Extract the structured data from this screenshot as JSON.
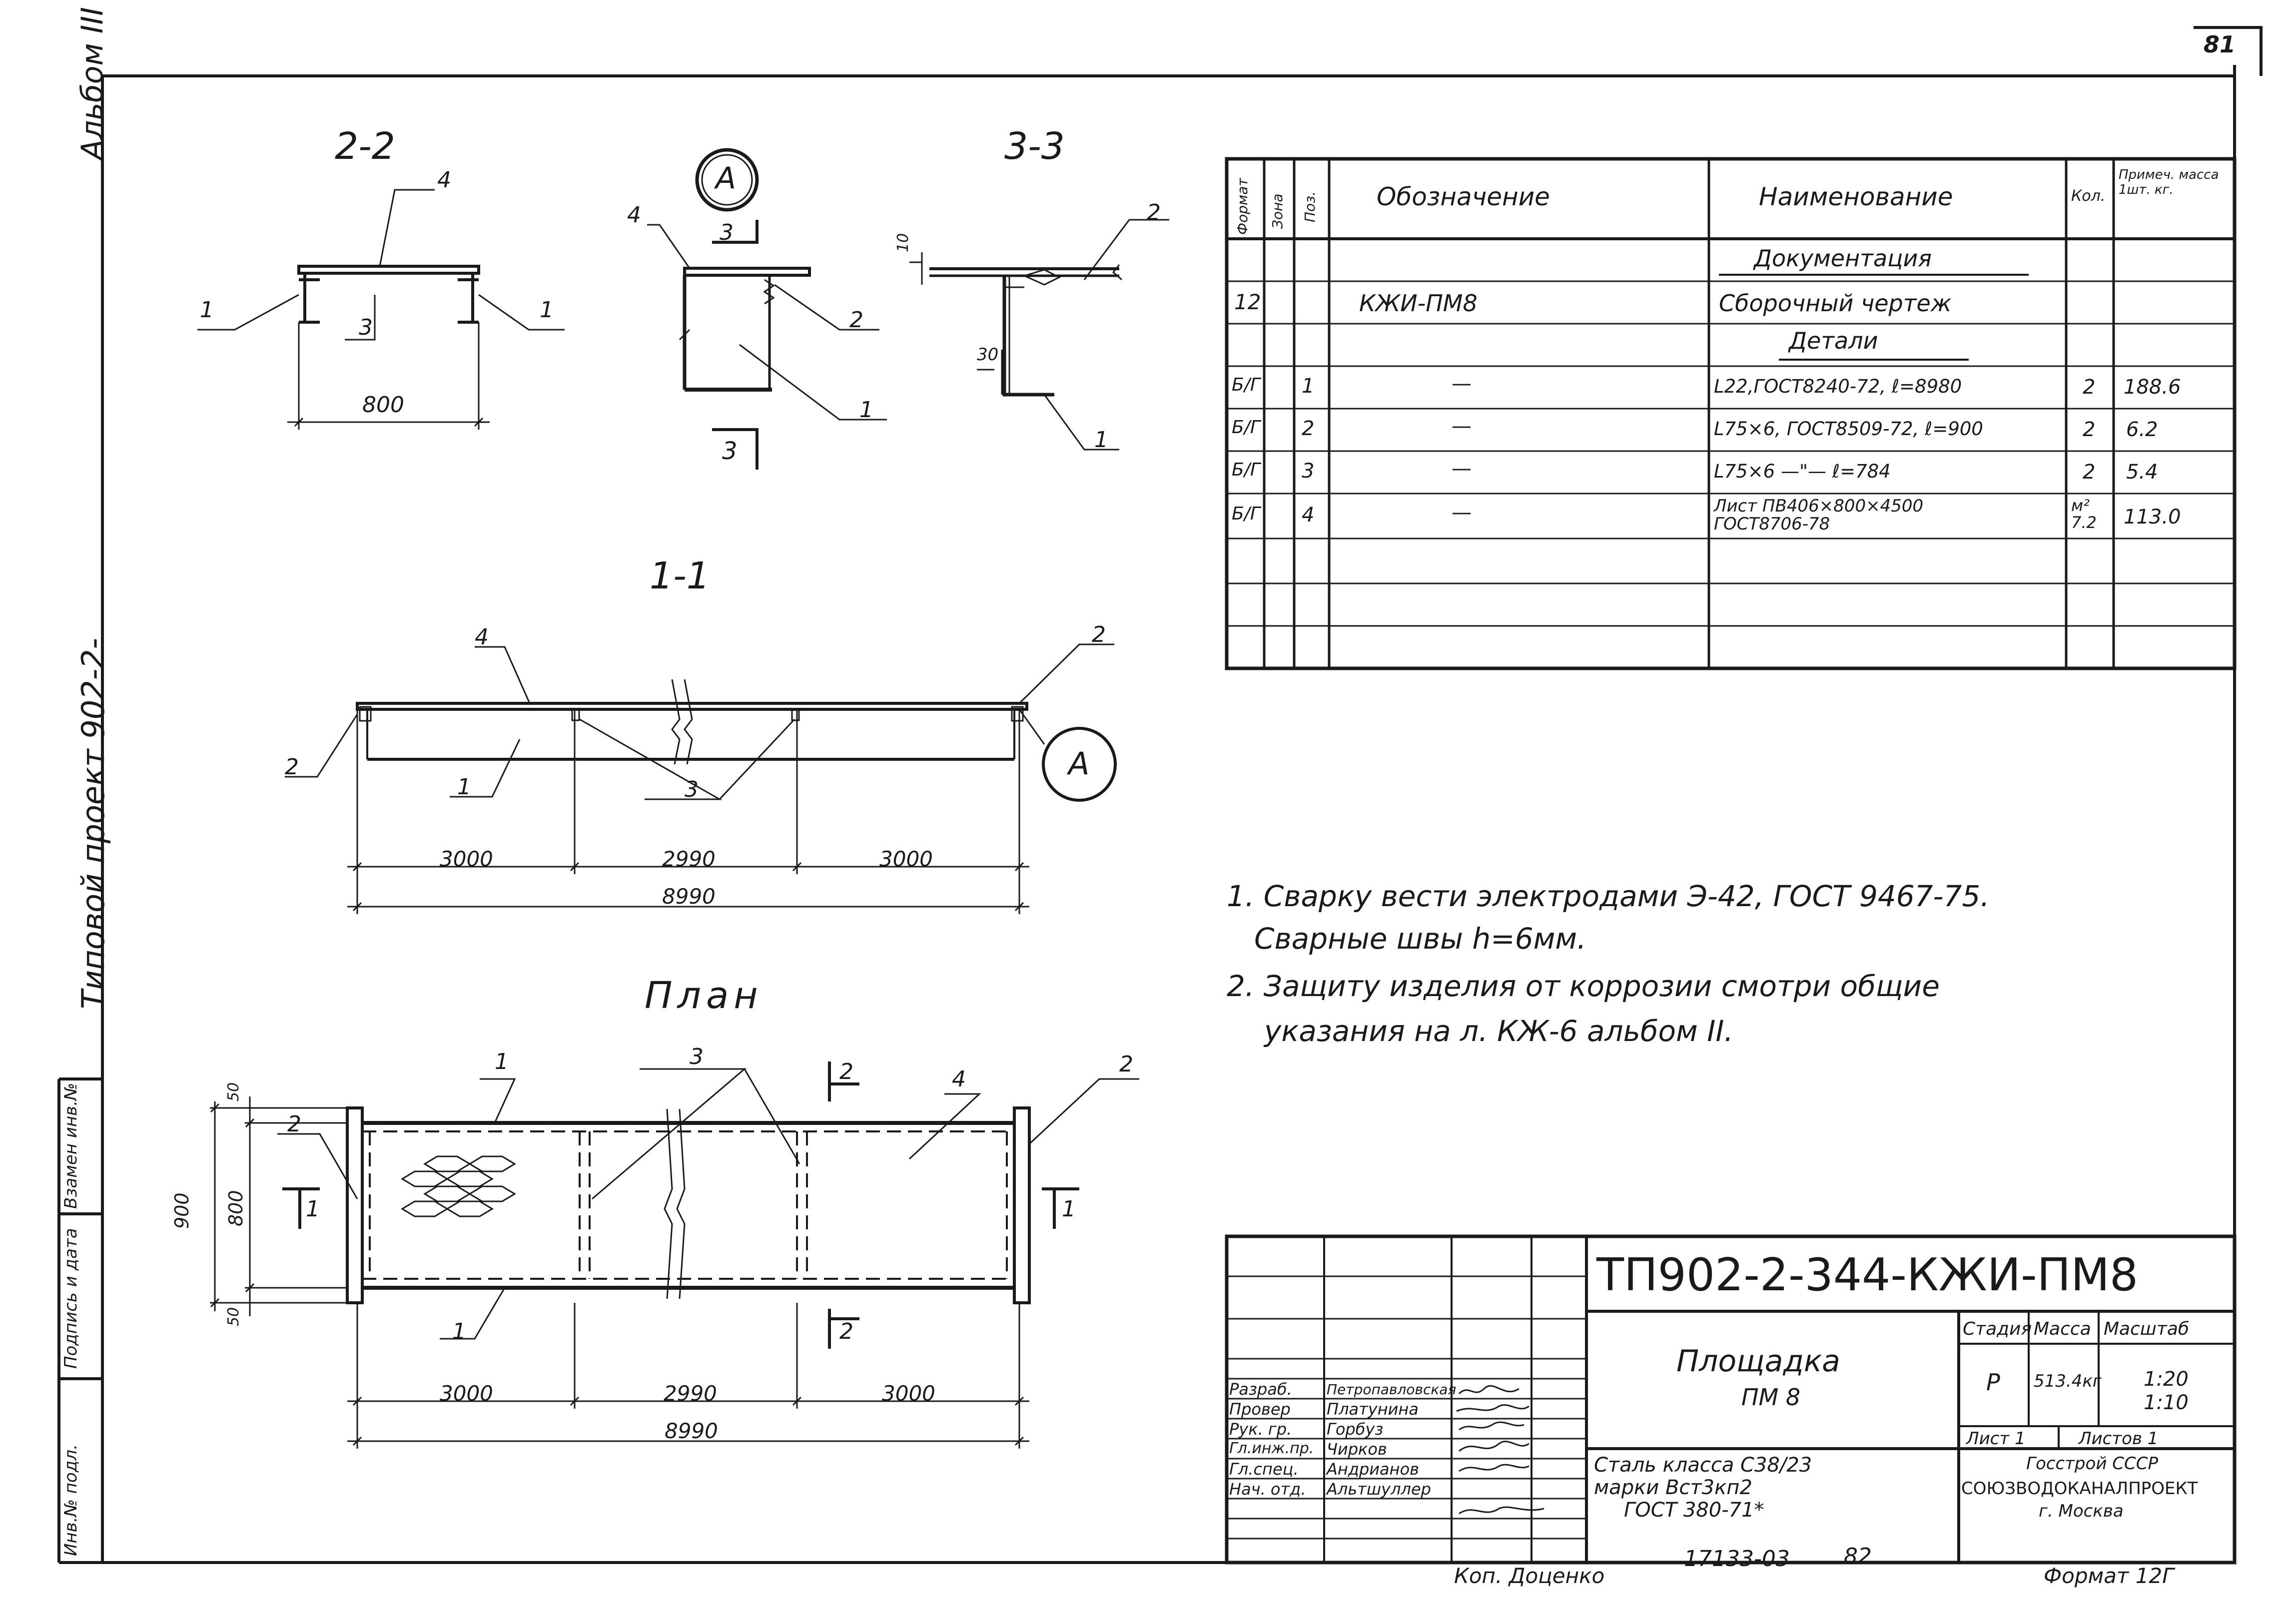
{
  "sheet": {
    "number": "81",
    "format": "Формат 12Г",
    "copied_by": "Коп. Доценко",
    "inv": "17133-03",
    "inv2": "82"
  },
  "side": {
    "album": "Альбом III",
    "project": "Типовой проект 902-2-",
    "stamp": [
      "Взамен инв.№",
      "Подпись и дата",
      "Инв.№ подл."
    ]
  },
  "views": {
    "section_22": {
      "title": "2-2",
      "dim": "800",
      "callouts": [
        "1",
        "3",
        "4",
        "1"
      ]
    },
    "node_A": {
      "title": "A",
      "cut": "3",
      "callouts": [
        "4",
        "2",
        "1"
      ]
    },
    "section_33": {
      "title": "3-3",
      "dims": [
        "10",
        "30"
      ],
      "callouts": [
        "2",
        "1"
      ]
    },
    "section_11": {
      "title": "1-1",
      "dims": [
        "3000",
        "2990",
        "3000",
        "8990"
      ],
      "callouts": [
        "4",
        "2",
        "2",
        "1",
        "3"
      ],
      "node_ref": "A"
    },
    "plan": {
      "title": "План",
      "dims_h": [
        "3000",
        "2990",
        "3000",
        "8990"
      ],
      "dims_v": [
        "50",
        "800",
        "50",
        "900"
      ],
      "cut_marks": [
        "2",
        "2",
        "1",
        "1"
      ],
      "callouts": [
        "1",
        "3",
        "4",
        "2",
        "2",
        "1"
      ]
    }
  },
  "spec": {
    "headers": [
      "Формат",
      "Зона",
      "Поз.",
      "Обозначение",
      "Наименование",
      "Кол.",
      "Примеч. масса 1шт. кг."
    ],
    "rows": [
      {
        "fmt": "",
        "zone": "",
        "pos": "",
        "code": "",
        "name": "Документация",
        "qty": "",
        "note": ""
      },
      {
        "fmt": "12",
        "zone": "",
        "pos": "",
        "code": "КЖИ-ПМ8",
        "name": "Сборочный чертеж",
        "qty": "",
        "note": ""
      },
      {
        "fmt": "",
        "zone": "",
        "pos": "",
        "code": "",
        "name": "Детали",
        "qty": "",
        "note": ""
      },
      {
        "fmt": "Б/Г",
        "zone": "",
        "pos": "1",
        "code": "—",
        "name": "L22,ГОСТ8240-72, ℓ=8980",
        "qty": "2",
        "note": "188.6"
      },
      {
        "fmt": "Б/Г",
        "zone": "",
        "pos": "2",
        "code": "—",
        "name": "L75×6, ГОСТ8509-72, ℓ=900",
        "qty": "2",
        "note": "6.2"
      },
      {
        "fmt": "Б/Г",
        "zone": "",
        "pos": "3",
        "code": "—",
        "name": "L75×6 —\"— ℓ=784",
        "qty": "2",
        "note": "5.4"
      },
      {
        "fmt": "Б/Г",
        "zone": "",
        "pos": "4",
        "code": "—",
        "name": "Лист ПВ406×800×4500 ГОСТ8706-78",
        "qty": "м² 7.2",
        "note": "113.0"
      },
      {
        "fmt": "",
        "zone": "",
        "pos": "",
        "code": "",
        "name": "",
        "qty": "",
        "note": ""
      },
      {
        "fmt": "",
        "zone": "",
        "pos": "",
        "code": "",
        "name": "",
        "qty": "",
        "note": ""
      },
      {
        "fmt": "",
        "zone": "",
        "pos": "",
        "code": "",
        "name": "",
        "qty": "",
        "note": ""
      }
    ]
  },
  "notes": [
    "1. Сварку вести электродами Э-42, ГОСТ 9467-75.",
    "Сварные швы h=6мм.",
    "2. Защиту изделия от коррозии смотри общие",
    "указания на л. КЖ-6 альбом II."
  ],
  "titleblock": {
    "code": "ТП902-2-344-КЖИ-ПМ8",
    "name": "Площадка",
    "name2": "ПМ 8",
    "stage_h": "Стадия",
    "mass_h": "Масса",
    "scale_h": "Масштаб",
    "stage": "Р",
    "mass": "513.4кг",
    "scale": "1:20",
    "scale2": "1:10",
    "sheet": "Лист 1",
    "sheets": "Листов 1",
    "roles": [
      {
        "role": "Разраб.",
        "name": "Петропавловская"
      },
      {
        "role": "Провер",
        "name": "Платунина"
      },
      {
        "role": "Рук. гр.",
        "name": "Горбуз"
      },
      {
        "role": "Гл.инж.пр.",
        "name": "Чирков"
      },
      {
        "role": "Гл.спец.",
        "name": "Андрианов"
      },
      {
        "role": "Нач. отд.",
        "name": "Альтшуллер"
      }
    ],
    "material": [
      "Сталь класса С38/23",
      "марки Вст3кп2",
      "ГОСТ 380-71*"
    ],
    "org": [
      "Госстрой СССР",
      "СОЮЗВОДОКАНАЛПРОЕКТ",
      "г. Москва"
    ]
  }
}
